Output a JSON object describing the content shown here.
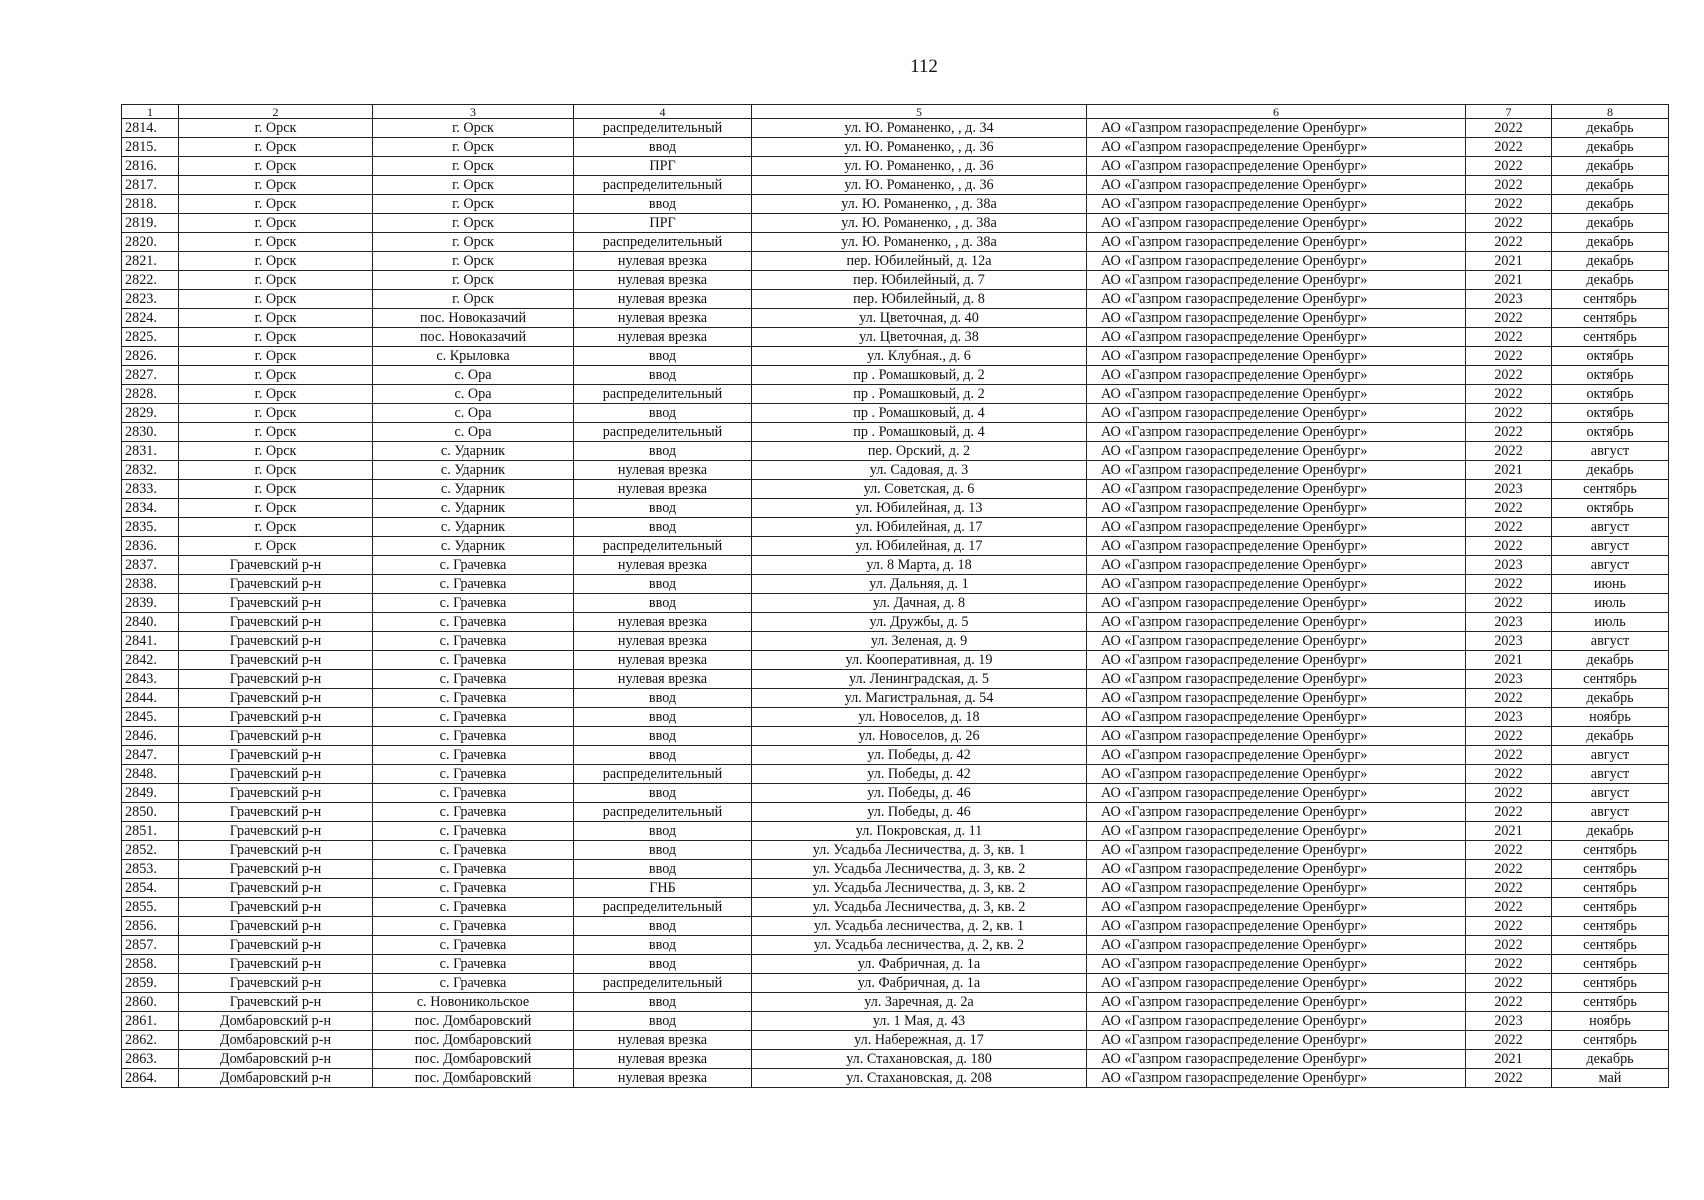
{
  "page_number": "112",
  "columns": [
    "1",
    "2",
    "3",
    "4",
    "5",
    "6",
    "7",
    "8"
  ],
  "rows": [
    [
      "2814.",
      "г. Орск",
      "г. Орск",
      "распределительный",
      "ул. Ю. Романенко, , д. 34",
      "АО «Газпром газораспределение Оренбург»",
      "2022",
      "декабрь"
    ],
    [
      "2815.",
      "г. Орск",
      "г. Орск",
      "ввод",
      "ул. Ю. Романенко, , д. 36",
      "АО «Газпром газораспределение Оренбург»",
      "2022",
      "декабрь"
    ],
    [
      "2816.",
      "г. Орск",
      "г. Орск",
      "ПРГ",
      "ул. Ю. Романенко, , д. 36",
      "АО «Газпром газораспределение Оренбург»",
      "2022",
      "декабрь"
    ],
    [
      "2817.",
      "г. Орск",
      "г. Орск",
      "распределительный",
      "ул. Ю. Романенко, , д. 36",
      "АО «Газпром газораспределение Оренбург»",
      "2022",
      "декабрь"
    ],
    [
      "2818.",
      "г. Орск",
      "г. Орск",
      "ввод",
      "ул. Ю. Романенко, , д. 38а",
      "АО «Газпром газораспределение Оренбург»",
      "2022",
      "декабрь"
    ],
    [
      "2819.",
      "г. Орск",
      "г. Орск",
      "ПРГ",
      "ул. Ю. Романенко, , д. 38а",
      "АО «Газпром газораспределение Оренбург»",
      "2022",
      "декабрь"
    ],
    [
      "2820.",
      "г. Орск",
      "г. Орск",
      "распределительный",
      "ул. Ю. Романенко, , д. 38а",
      "АО «Газпром газораспределение Оренбург»",
      "2022",
      "декабрь"
    ],
    [
      "2821.",
      "г. Орск",
      "г. Орск",
      "нулевая врезка",
      "пер. Юбилейный, д. 12а",
      "АО «Газпром газораспределение Оренбург»",
      "2021",
      "декабрь"
    ],
    [
      "2822.",
      "г. Орск",
      "г. Орск",
      "нулевая врезка",
      "пер. Юбилейный, д. 7",
      "АО «Газпром газораспределение Оренбург»",
      "2021",
      "декабрь"
    ],
    [
      "2823.",
      "г. Орск",
      "г. Орск",
      "нулевая врезка",
      "пер. Юбилейный, д. 8",
      "АО «Газпром газораспределение Оренбург»",
      "2023",
      "сентябрь"
    ],
    [
      "2824.",
      "г. Орск",
      "пос. Новоказачий",
      "нулевая врезка",
      "ул. Цветочная, д. 40",
      "АО «Газпром газораспределение Оренбург»",
      "2022",
      "сентябрь"
    ],
    [
      "2825.",
      "г. Орск",
      "пос. Новоказачий",
      "нулевая врезка",
      "ул. Цветочная, д. 38",
      "АО «Газпром газораспределение Оренбург»",
      "2022",
      "сентябрь"
    ],
    [
      "2826.",
      "г. Орск",
      "с. Крыловка",
      "ввод",
      "ул. Клубная., д. 6",
      "АО «Газпром газораспределение Оренбург»",
      "2022",
      "октябрь"
    ],
    [
      "2827.",
      "г. Орск",
      "с. Ора",
      "ввод",
      "пр . Ромашковый, д. 2",
      "АО «Газпром газораспределение Оренбург»",
      "2022",
      "октябрь"
    ],
    [
      "2828.",
      "г. Орск",
      "с. Ора",
      "распределительный",
      "пр . Ромашковый, д. 2",
      "АО «Газпром газораспределение Оренбург»",
      "2022",
      "октябрь"
    ],
    [
      "2829.",
      "г. Орск",
      "с. Ора",
      "ввод",
      "пр . Ромашковый, д. 4",
      "АО «Газпром газораспределение Оренбург»",
      "2022",
      "октябрь"
    ],
    [
      "2830.",
      "г. Орск",
      "с. Ора",
      "распределительный",
      "пр . Ромашковый, д. 4",
      "АО «Газпром газораспределение Оренбург»",
      "2022",
      "октябрь"
    ],
    [
      "2831.",
      "г. Орск",
      "с. Ударник",
      "ввод",
      "пер. Орский, д. 2",
      "АО «Газпром газораспределение Оренбург»",
      "2022",
      "август"
    ],
    [
      "2832.",
      "г. Орск",
      "с. Ударник",
      "нулевая врезка",
      "ул. Садовая, д. 3",
      "АО «Газпром газораспределение Оренбург»",
      "2021",
      "декабрь"
    ],
    [
      "2833.",
      "г. Орск",
      "с. Ударник",
      "нулевая врезка",
      "ул. Советская, д. 6",
      "АО «Газпром газораспределение Оренбург»",
      "2023",
      "сентябрь"
    ],
    [
      "2834.",
      "г. Орск",
      "с. Ударник",
      "ввод",
      "ул. Юбилейная, д. 13",
      "АО «Газпром газораспределение Оренбург»",
      "2022",
      "октябрь"
    ],
    [
      "2835.",
      "г. Орск",
      "с. Ударник",
      "ввод",
      "ул. Юбилейная, д. 17",
      "АО «Газпром газораспределение Оренбург»",
      "2022",
      "август"
    ],
    [
      "2836.",
      "г. Орск",
      "с. Ударник",
      "распределительный",
      "ул. Юбилейная, д. 17",
      "АО «Газпром газораспределение Оренбург»",
      "2022",
      "август"
    ],
    [
      "2837.",
      "Грачевский р-н",
      "с. Грачевка",
      "нулевая врезка",
      "ул. 8 Марта, д. 18",
      "АО «Газпром газораспределение Оренбург»",
      "2023",
      "август"
    ],
    [
      "2838.",
      "Грачевский р-н",
      "с. Грачевка",
      "ввод",
      "ул. Дальняя, д. 1",
      "АО «Газпром газораспределение Оренбург»",
      "2022",
      "июнь"
    ],
    [
      "2839.",
      "Грачевский р-н",
      "с. Грачевка",
      "ввод",
      "ул. Дачная, д. 8",
      "АО «Газпром газораспределение Оренбург»",
      "2022",
      "июль"
    ],
    [
      "2840.",
      "Грачевский р-н",
      "с. Грачевка",
      "нулевая врезка",
      "ул. Дружбы, д. 5",
      "АО «Газпром газораспределение Оренбург»",
      "2023",
      "июль"
    ],
    [
      "2841.",
      "Грачевский р-н",
      "с. Грачевка",
      "нулевая врезка",
      "ул. Зеленая, д. 9",
      "АО «Газпром газораспределение Оренбург»",
      "2023",
      "август"
    ],
    [
      "2842.",
      "Грачевский р-н",
      "с. Грачевка",
      "нулевая врезка",
      "ул. Кооперативная, д. 19",
      "АО «Газпром газораспределение Оренбург»",
      "2021",
      "декабрь"
    ],
    [
      "2843.",
      "Грачевский р-н",
      "с. Грачевка",
      "нулевая врезка",
      "ул. Ленинградская, д. 5",
      "АО «Газпром газораспределение Оренбург»",
      "2023",
      "сентябрь"
    ],
    [
      "2844.",
      "Грачевский р-н",
      "с. Грачевка",
      "ввод",
      "ул. Магистральная, д. 54",
      "АО «Газпром газораспределение Оренбург»",
      "2022",
      "декабрь"
    ],
    [
      "2845.",
      "Грачевский р-н",
      "с. Грачевка",
      "ввод",
      "ул. Новоселов, д. 18",
      "АО «Газпром газораспределение Оренбург»",
      "2023",
      "ноябрь"
    ],
    [
      "2846.",
      "Грачевский р-н",
      "с. Грачевка",
      "ввод",
      "ул. Новоселов, д. 26",
      "АО «Газпром газораспределение Оренбург»",
      "2022",
      "декабрь"
    ],
    [
      "2847.",
      "Грачевский р-н",
      "с. Грачевка",
      "ввод",
      "ул. Победы, д. 42",
      "АО «Газпром газораспределение Оренбург»",
      "2022",
      "август"
    ],
    [
      "2848.",
      "Грачевский р-н",
      "с. Грачевка",
      "распределительный",
      "ул. Победы, д. 42",
      "АО «Газпром газораспределение Оренбург»",
      "2022",
      "август"
    ],
    [
      "2849.",
      "Грачевский р-н",
      "с. Грачевка",
      "ввод",
      "ул. Победы, д. 46",
      "АО «Газпром газораспределение Оренбург»",
      "2022",
      "август"
    ],
    [
      "2850.",
      "Грачевский р-н",
      "с. Грачевка",
      "распределительный",
      "ул. Победы, д. 46",
      "АО «Газпром газораспределение Оренбург»",
      "2022",
      "август"
    ],
    [
      "2851.",
      "Грачевский р-н",
      "с. Грачевка",
      "ввод",
      "ул. Покровская, д. 11",
      "АО «Газпром газораспределение Оренбург»",
      "2021",
      "декабрь"
    ],
    [
      "2852.",
      "Грачевский р-н",
      "с. Грачевка",
      "ввод",
      "ул. Усадьба Лесничества, д. 3, кв. 1",
      "АО «Газпром газораспределение Оренбург»",
      "2022",
      "сентябрь"
    ],
    [
      "2853.",
      "Грачевский р-н",
      "с. Грачевка",
      "ввод",
      "ул. Усадьба Лесничества, д. 3, кв. 2",
      "АО «Газпром газораспределение Оренбург»",
      "2022",
      "сентябрь"
    ],
    [
      "2854.",
      "Грачевский р-н",
      "с. Грачевка",
      "ГНБ",
      "ул. Усадьба Лесничества, д. 3, кв. 2",
      "АО «Газпром газораспределение Оренбург»",
      "2022",
      "сентябрь"
    ],
    [
      "2855.",
      "Грачевский р-н",
      "с. Грачевка",
      "распределительный",
      "ул. Усадьба Лесничества, д. 3, кв. 2",
      "АО «Газпром газораспределение Оренбург»",
      "2022",
      "сентябрь"
    ],
    [
      "2856.",
      "Грачевский р-н",
      "с. Грачевка",
      "ввод",
      "ул. Усадьба лесничества, д. 2, кв. 1",
      "АО «Газпром газораспределение Оренбург»",
      "2022",
      "сентябрь"
    ],
    [
      "2857.",
      "Грачевский р-н",
      "с. Грачевка",
      "ввод",
      "ул. Усадьба лесничества, д. 2, кв. 2",
      "АО «Газпром газораспределение Оренбург»",
      "2022",
      "сентябрь"
    ],
    [
      "2858.",
      "Грачевский р-н",
      "с. Грачевка",
      "ввод",
      "ул. Фабричная, д. 1а",
      "АО «Газпром газораспределение Оренбург»",
      "2022",
      "сентябрь"
    ],
    [
      "2859.",
      "Грачевский р-н",
      "с. Грачевка",
      "распределительный",
      "ул. Фабричная, д. 1а",
      "АО «Газпром газораспределение Оренбург»",
      "2022",
      "сентябрь"
    ],
    [
      "2860.",
      "Грачевский р-н",
      "с. Новоникольское",
      "ввод",
      "ул. Заречная, д. 2а",
      "АО «Газпром газораспределение Оренбург»",
      "2022",
      "сентябрь"
    ],
    [
      "2861.",
      "Домбаровский р-н",
      "пос. Домбаровский",
      "ввод",
      "ул. 1 Мая, д. 43",
      "АО «Газпром газораспределение Оренбург»",
      "2023",
      "ноябрь"
    ],
    [
      "2862.",
      "Домбаровский р-н",
      "пос. Домбаровский",
      "нулевая врезка",
      "ул. Набережная, д. 17",
      "АО «Газпром газораспределение Оренбург»",
      "2022",
      "сентябрь"
    ],
    [
      "2863.",
      "Домбаровский р-н",
      "пос. Домбаровский",
      "нулевая врезка",
      "ул. Стахановская, д. 180",
      "АО «Газпром газораспределение Оренбург»",
      "2021",
      "декабрь"
    ],
    [
      "2864.",
      "Домбаровский р-н",
      "пос. Домбаровский",
      "нулевая врезка",
      "ул. Стахановская, д. 208",
      "АО «Газпром газораспределение Оренбург»",
      "2022",
      "май"
    ]
  ]
}
